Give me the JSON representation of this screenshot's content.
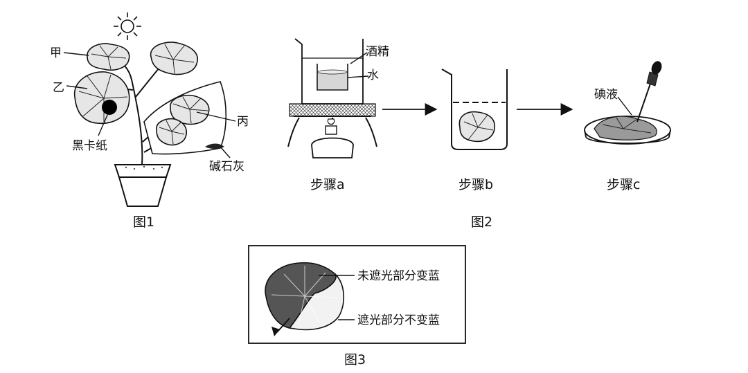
{
  "figure1": {
    "label_jia": "甲",
    "label_yi": "乙",
    "label_black_card": "黑卡纸",
    "label_bing": "丙",
    "label_soda_lime": "碱石灰",
    "caption": "图1"
  },
  "figure2": {
    "label_alcohol": "酒精",
    "label_water": "水",
    "label_iodine": "碘液",
    "step_a": "步骤a",
    "step_b": "步骤b",
    "step_c": "步骤c",
    "caption": "图2"
  },
  "figure3": {
    "label_uncovered": "未遮光部分变蓝",
    "label_covered": "遮光部分不变蓝",
    "caption": "图3"
  },
  "icons": [
    "sun-icon",
    "potted-plant-icon",
    "beaker-icon",
    "alcohol-lamp-icon",
    "dropper-icon",
    "petri-dish-icon",
    "leaf-icon",
    "arrow-icon"
  ]
}
